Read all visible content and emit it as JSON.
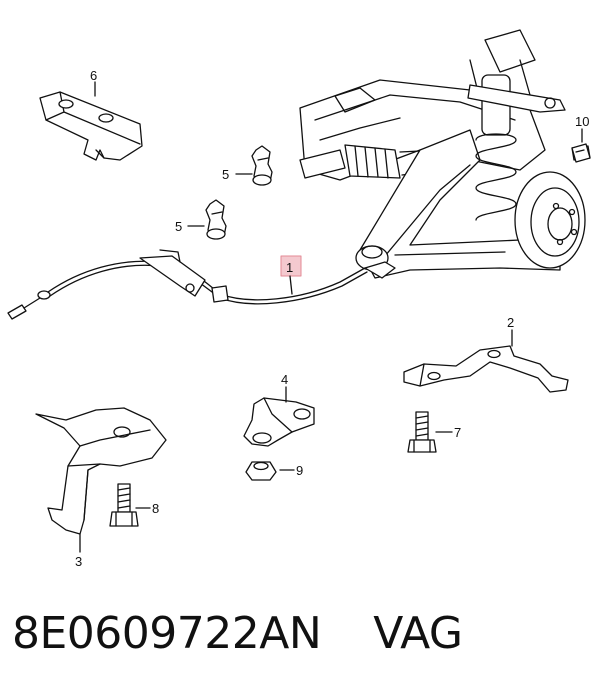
{
  "callouts": {
    "c1": "1",
    "c2": "2",
    "c3": "3",
    "c4": "4",
    "c5a": "5",
    "c5b": "5",
    "c6": "6",
    "c7": "7",
    "c8": "8",
    "c9": "9",
    "c10": "10"
  },
  "caption": {
    "part_number": "8E0609722AN",
    "brand": "VAG"
  },
  "colors": {
    "line": "#111111",
    "highlight_fill": "#f4c9cf",
    "highlight_stroke": "#e38a96"
  }
}
